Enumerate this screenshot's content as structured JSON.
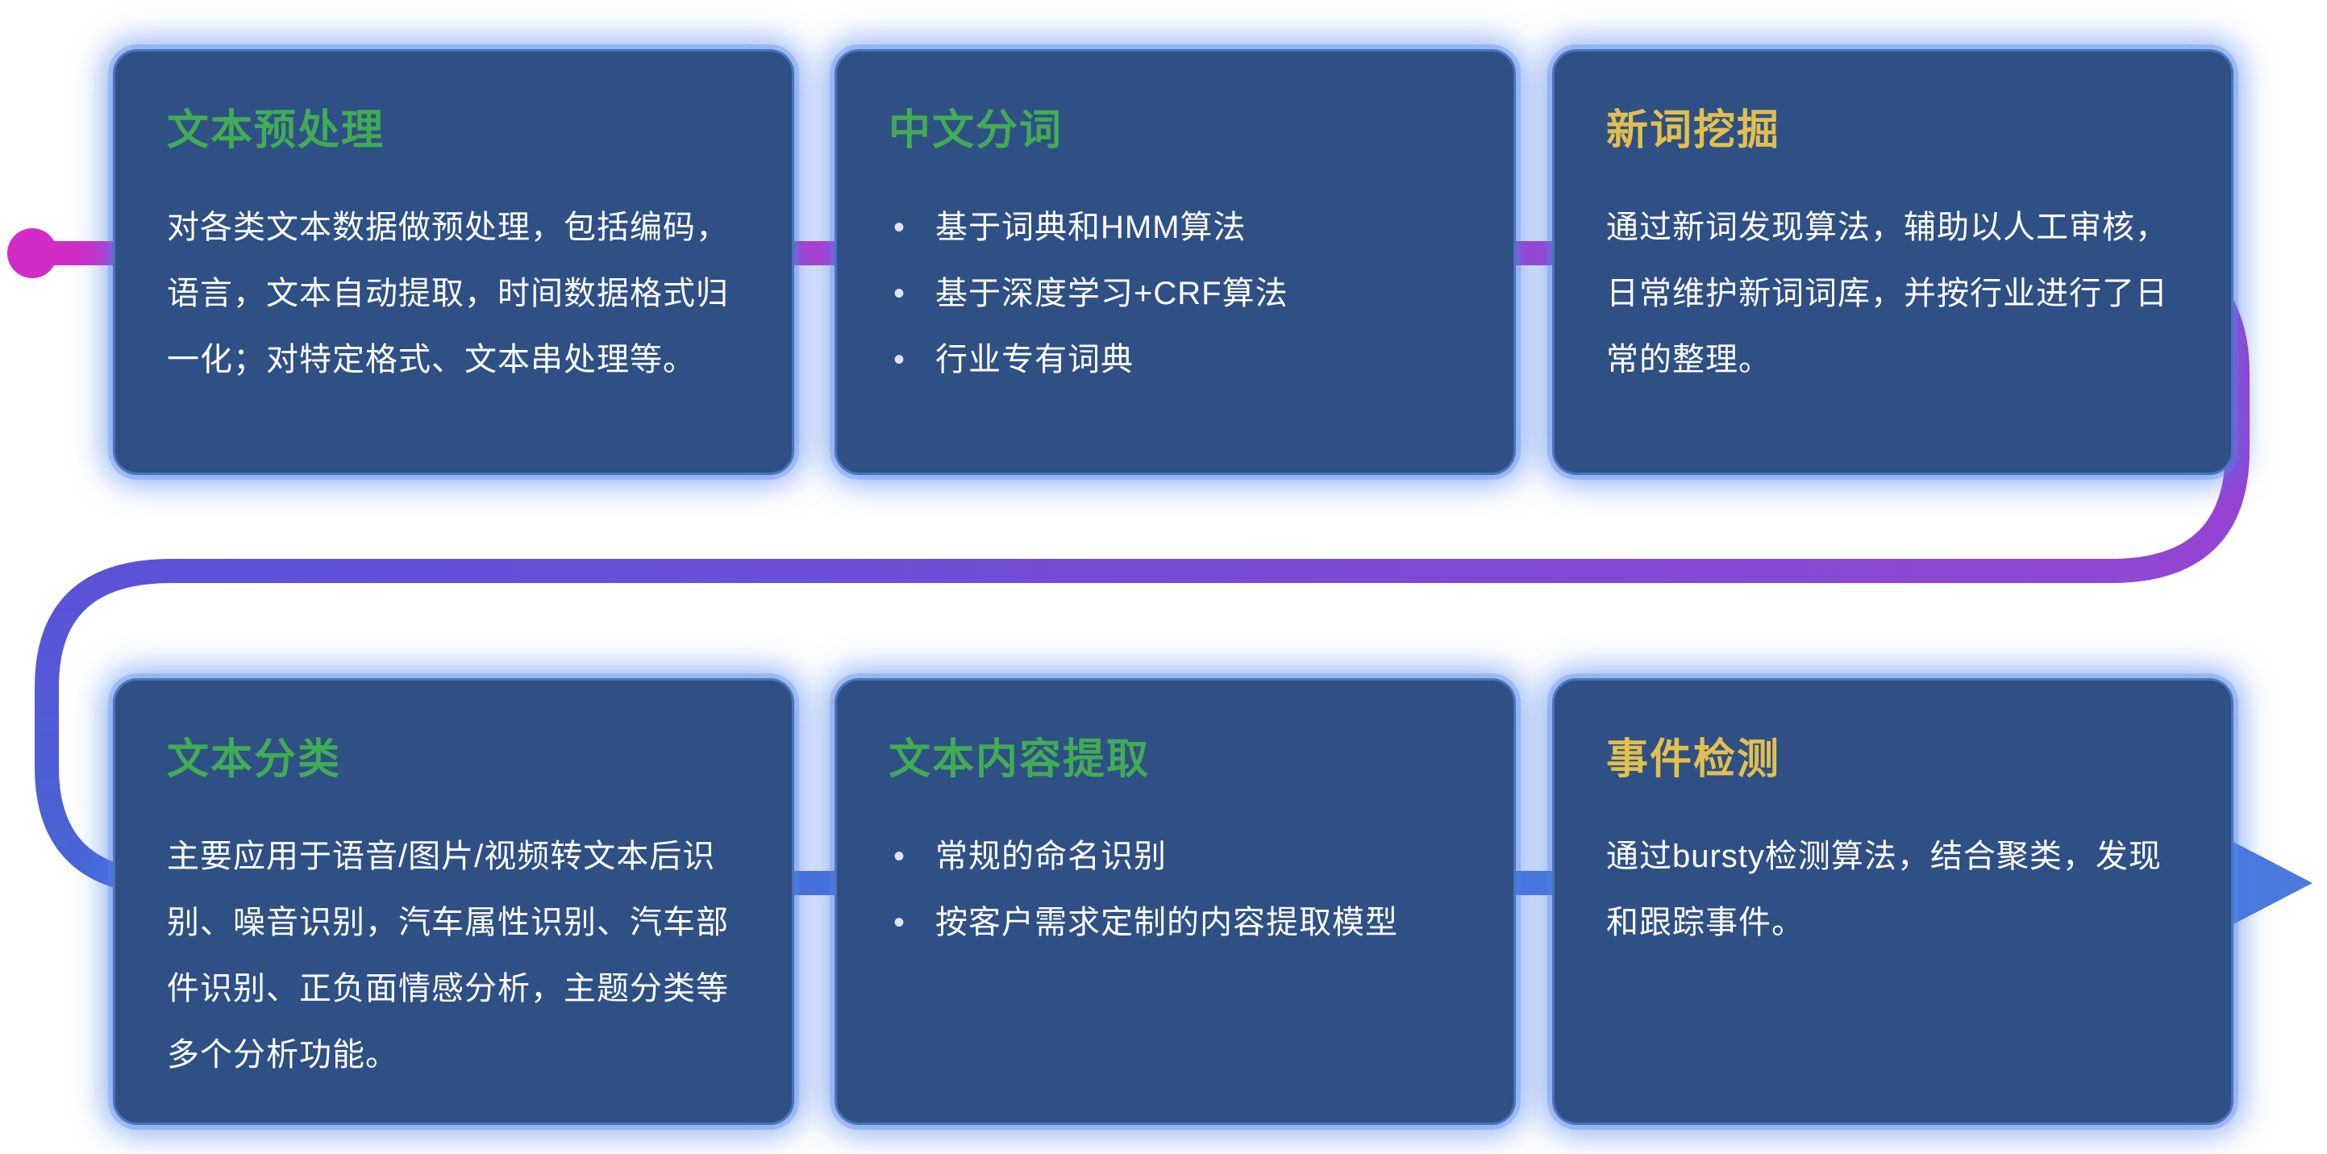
{
  "diagram_title": "NLP text-processing pipeline features",
  "colors": {
    "card_background": "#2f5084",
    "card_glow": "#487ee8",
    "title_green": "#41ab55",
    "title_yellow": "#e2bf4e",
    "body_text": "#ffffff",
    "flow_start_magenta": "#d32cc6",
    "flow_purple": "#9146d4",
    "flow_blue": "#4766d4",
    "flow_blue_end": "#4b79dc"
  },
  "flow": {
    "start_marker": "magenta-dot",
    "end_marker": "blue-arrow-right",
    "direction": "S-shaped: left to right across top row, curves down on right, right to left between rows, curves down on left, left to right across bottom row ending in arrow"
  },
  "cards": [
    {
      "title": "文本预处理",
      "accent": "green",
      "body": "对各类文本数据做预处理，包括编码，语言，文本自动提取，时间数据格式归一化；对特定格式、文本串处理等。"
    },
    {
      "title": "中文分词",
      "accent": "green",
      "bullets": [
        "基于词典和HMM算法",
        "基于深度学习+CRF算法",
        "行业专有词典"
      ]
    },
    {
      "title": "新词挖掘",
      "accent": "yellow",
      "body": "通过新词发现算法，辅助以人工审核，日常维护新词词库，并按行业进行了日常的整理。"
    },
    {
      "title": "文本分类",
      "accent": "green",
      "body": "主要应用于语音/图片/视频转文本后识别、噪音识别，汽车属性识别、汽车部件识别、正负面情感分析，主题分类等多个分析功能。"
    },
    {
      "title": "文本内容提取",
      "accent": "green",
      "bullets": [
        "常规的命名识别",
        "按客户需求定制的内容提取模型"
      ]
    },
    {
      "title": "事件检测",
      "accent": "yellow",
      "body": "通过bursty检测算法，结合聚类，发现和跟踪事件。"
    }
  ]
}
